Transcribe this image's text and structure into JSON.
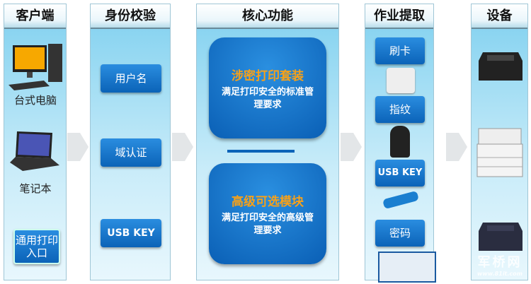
{
  "columns": {
    "client": {
      "title": "客户端",
      "desktop": "台式电脑",
      "laptop": "笔记本",
      "portal": "通用打印入口"
    },
    "auth": {
      "title": "身份校验",
      "items": [
        "用户名",
        "域认证",
        "USB KEY"
      ]
    },
    "core": {
      "title": "核心功能",
      "box1": {
        "title": "涉密打印套装",
        "desc": "满足打印安全的标准管理要求"
      },
      "box2": {
        "title": "高级可选模块",
        "desc": "满足打印安全的高级管理要求"
      }
    },
    "job": {
      "title": "作业提取",
      "items": [
        "刷卡",
        "指纹",
        "USB KEY",
        "密码"
      ]
    },
    "device": {
      "title": "设备"
    }
  },
  "watermark": {
    "name": "军桥网",
    "url": "www.81it.com"
  }
}
